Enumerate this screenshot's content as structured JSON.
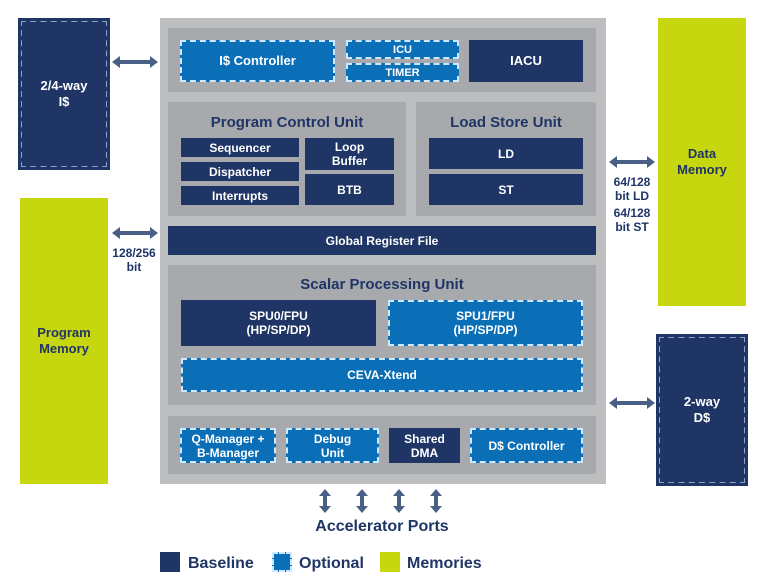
{
  "memories": {
    "icache": "2/4-way\nI$",
    "program_memory": "Program\nMemory",
    "data_memory": "Data\nMemory",
    "dcache": "2-way\nD$"
  },
  "top_row": {
    "icache_controller": "I$ Controller",
    "icu": "ICU",
    "timer": "TIMER",
    "iacu": "IACU"
  },
  "pcu": {
    "title": "Program Control Unit",
    "sequencer": "Sequencer",
    "dispatcher": "Dispatcher",
    "interrupts": "Interrupts",
    "loop_buffer": "Loop\nBuffer",
    "btb": "BTB"
  },
  "lsu": {
    "title": "Load Store Unit",
    "ld": "LD",
    "st": "ST"
  },
  "grf": "Global Register File",
  "spu": {
    "title": "Scalar Processing Unit",
    "spu0": "SPU0/FPU\n(HP/SP/DP)",
    "spu1": "SPU1/FPU\n(HP/SP/DP)",
    "xtend": "CEVA-Xtend"
  },
  "bottom_row": {
    "qmanager": "Q-Manager +\nB-Manager",
    "debug": "Debug\nUnit",
    "dma": "Shared\nDMA",
    "dcache_controller": "D$ Controller"
  },
  "bus_labels": {
    "program": "128/256\nbit",
    "ld": "64/128\nbit LD",
    "st": "64/128\nbit ST"
  },
  "accelerator_ports": "Accelerator Ports",
  "legend": [
    {
      "label": "Baseline",
      "color": "#1f3566"
    },
    {
      "label": "Optional",
      "color": "#0b6fb8"
    },
    {
      "label": "Memories",
      "color": "#c6d60f"
    }
  ]
}
